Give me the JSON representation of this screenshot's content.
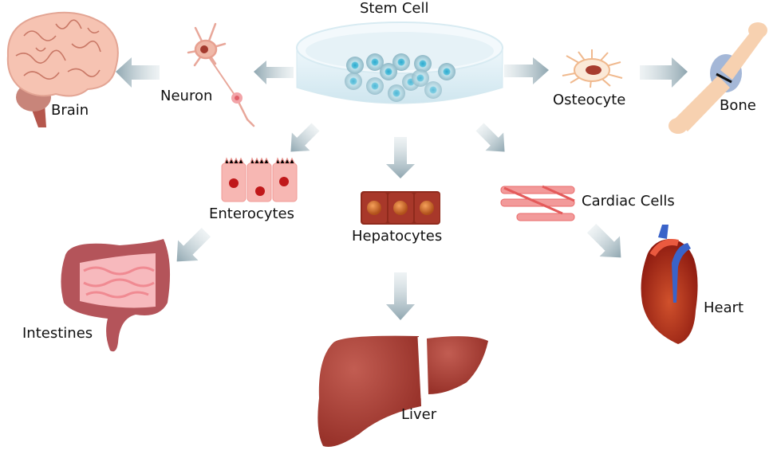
{
  "diagram": {
    "title": "Stem Cell",
    "nodes": {
      "stem_cell": "Stem Cell",
      "neuron": "Neuron",
      "brain": "Brain",
      "osteocyte": "Osteocyte",
      "bone": "Bone",
      "enterocytes": "Enterocytes",
      "intestines": "Intestines",
      "hepatocytes": "Hepatocytes",
      "liver": "Liver",
      "cardiac_cells": "Cardiac Cells",
      "heart": "Heart"
    },
    "edges": [
      {
        "from": "Stem Cell",
        "to": "Neuron"
      },
      {
        "from": "Neuron",
        "to": "Brain"
      },
      {
        "from": "Stem Cell",
        "to": "Osteocyte"
      },
      {
        "from": "Osteocyte",
        "to": "Bone"
      },
      {
        "from": "Stem Cell",
        "to": "Enterocytes"
      },
      {
        "from": "Enterocytes",
        "to": "Intestines"
      },
      {
        "from": "Stem Cell",
        "to": "Hepatocytes"
      },
      {
        "from": "Hepatocytes",
        "to": "Liver"
      },
      {
        "from": "Stem Cell",
        "to": "Cardiac Cells"
      },
      {
        "from": "Cardiac Cells",
        "to": "Heart"
      }
    ],
    "colors": {
      "arrow": "#9fb4bd",
      "tissue_pink": "#f4b9b0",
      "organ_red": "#a8382d",
      "stem_blue": "#3cb6d4"
    }
  }
}
